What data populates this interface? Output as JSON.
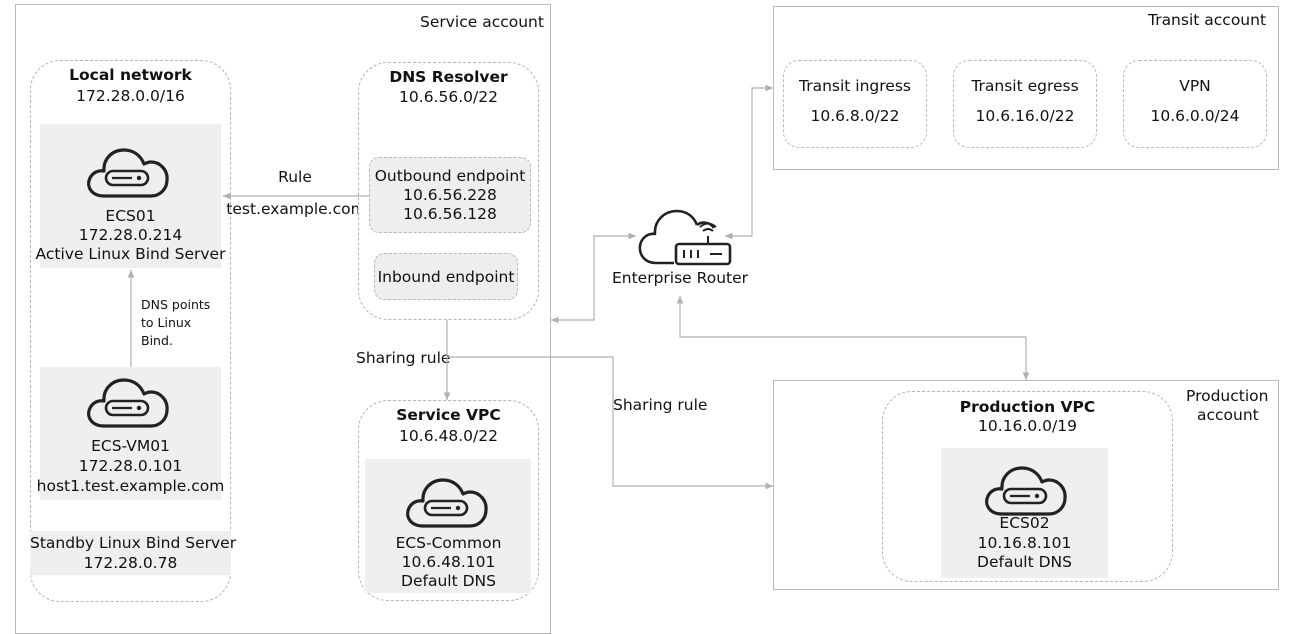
{
  "service_account": {
    "label": "Service account",
    "local_network": {
      "title": "Local network",
      "cidr": "172.28.0.0/16",
      "ecs01": {
        "name": "ECS01",
        "ip": "172.28.0.214",
        "role": "Active Linux Bind Server"
      },
      "dns_note": [
        "DNS points",
        "to Linux",
        "Bind."
      ],
      "ecs_vm01": {
        "name": "ECS-VM01",
        "ip": "172.28.0.101",
        "host": "host1.test.example.com"
      },
      "standby": {
        "role": "Standby Linux Bind Server",
        "ip": "172.28.0.78"
      }
    },
    "rule": {
      "label": "Rule",
      "domain": "test.example.com"
    },
    "dns_resolver": {
      "title": "DNS Resolver",
      "cidr": "10.6.56.0/22",
      "outbound": {
        "label": "Outbound endpoint",
        "ip1": "10.6.56.228",
        "ip2": "10.6.56.128"
      },
      "inbound": {
        "label": "Inbound endpoint"
      }
    },
    "sharing_rule_left": "Sharing rule",
    "service_vpc": {
      "title": "Service VPC",
      "cidr": "10.6.48.0/22",
      "ecs_common": {
        "name": "ECS-Common",
        "ip": "10.6.48.101",
        "dns": "Default DNS"
      }
    }
  },
  "sharing_rule_center": "Sharing rule",
  "enterprise_router": {
    "label": "Enterprise Router"
  },
  "transit_account": {
    "label": "Transit account",
    "ingress": {
      "label": "Transit ingress",
      "cidr": "10.6.8.0/22"
    },
    "egress": {
      "label": "Transit egress",
      "cidr": "10.6.16.0/22"
    },
    "vpn": {
      "label": "VPN",
      "cidr": "10.6.0.0/24"
    }
  },
  "production_account": {
    "label_line1": "Production",
    "label_line2": "account",
    "production_vpc": {
      "title": "Production VPC",
      "cidr": "10.16.0.0/19",
      "ecs02": {
        "name": "ECS02",
        "ip": "10.16.8.101",
        "dns": "Default DNS"
      }
    }
  },
  "colors": {
    "line": "#b0b0b0",
    "icon_stroke": "#222222",
    "panel_gray": "#efefef",
    "border": "#b9b9b9"
  },
  "icons": [
    "cloud-server-icon",
    "enterprise-router-icon"
  ]
}
